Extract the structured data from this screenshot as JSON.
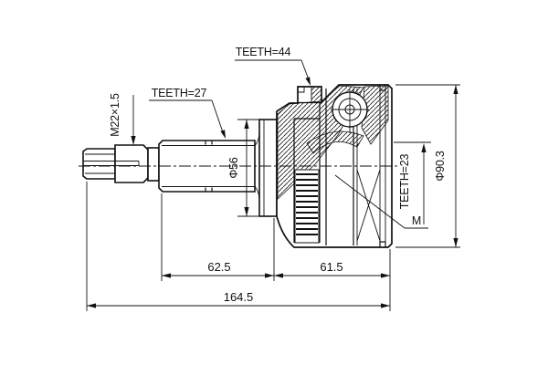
{
  "drawing": {
    "type": "technical-drawing",
    "subject": "CV joint outer with shaft, cross-section",
    "colors": {
      "line": "#111111",
      "background": "#ffffff"
    },
    "callouts": {
      "ring_teeth": "TEETH=44",
      "shaft_teeth": "TEETH=27",
      "inner_teeth": "TEETH=23",
      "thread_spec": "M22×1.5",
      "flange_diameter": "Φ56",
      "outer_diameter": "Φ90.3",
      "reference_m": "M"
    },
    "dimensions": {
      "shaft_section": "62.5",
      "joint_section": "61.5",
      "overall_length": "164.5"
    }
  }
}
